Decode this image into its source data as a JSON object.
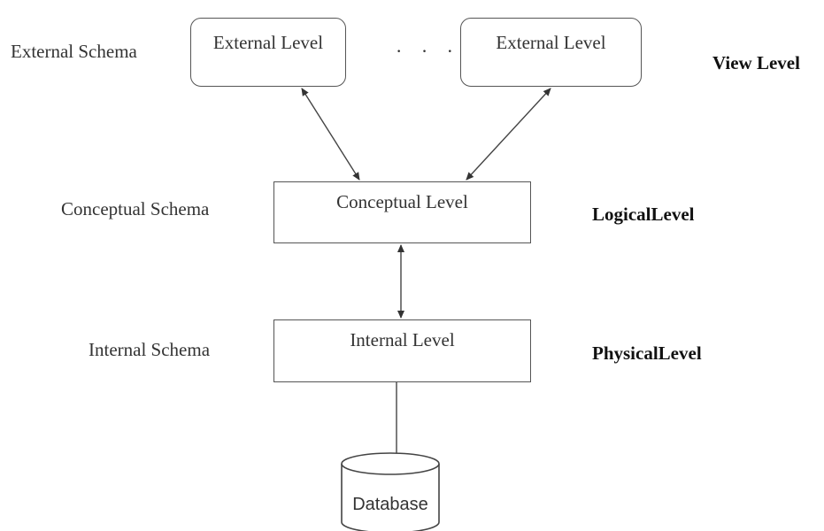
{
  "schemas": {
    "external": "External Schema",
    "conceptual": "Conceptual Schema",
    "internal": "Internal Schema"
  },
  "levels": {
    "view": "View Level",
    "logical": "LogicalLevel",
    "physical": "PhysicalLevel"
  },
  "boxes": {
    "external_left": "External Level",
    "external_right": "External Level",
    "conceptual": "Conceptual Level",
    "internal": "Internal Level"
  },
  "ellipsis": "· · ·",
  "database": "Database"
}
